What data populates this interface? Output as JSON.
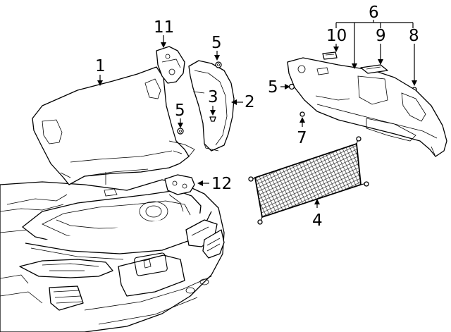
{
  "callouts": [
    {
      "id": "c1",
      "text": "1"
    },
    {
      "id": "c2",
      "text": "2"
    },
    {
      "id": "c3",
      "text": "3"
    },
    {
      "id": "c4",
      "text": "4"
    },
    {
      "id": "c5a",
      "text": "5"
    },
    {
      "id": "c5b",
      "text": "5"
    },
    {
      "id": "c5c",
      "text": "5"
    },
    {
      "id": "c6",
      "text": "6"
    },
    {
      "id": "c7",
      "text": "7"
    },
    {
      "id": "c8",
      "text": "8"
    },
    {
      "id": "c9",
      "text": "9"
    },
    {
      "id": "c10",
      "text": "10"
    },
    {
      "id": "c11",
      "text": "11"
    },
    {
      "id": "c12",
      "text": "12"
    }
  ],
  "colors": {
    "line": "#000000",
    "background": "#ffffff"
  }
}
